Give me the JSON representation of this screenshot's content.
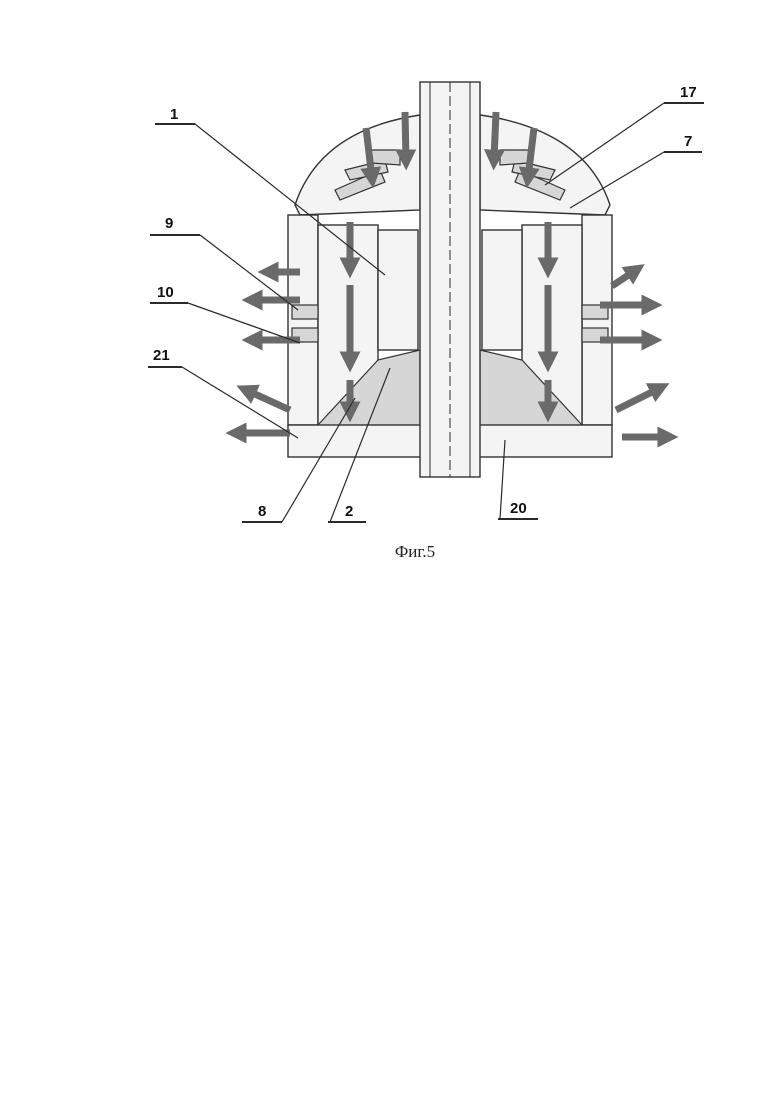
{
  "figure": {
    "caption": "Фиг.5",
    "callouts": [
      {
        "id": "1",
        "label": "1"
      },
      {
        "id": "9",
        "label": "9"
      },
      {
        "id": "10",
        "label": "10"
      },
      {
        "id": "21",
        "label": "21"
      },
      {
        "id": "8",
        "label": "8"
      },
      {
        "id": "2",
        "label": "2"
      },
      {
        "id": "20",
        "label": "20"
      },
      {
        "id": "17",
        "label": "17"
      },
      {
        "id": "7",
        "label": "7"
      }
    ]
  }
}
